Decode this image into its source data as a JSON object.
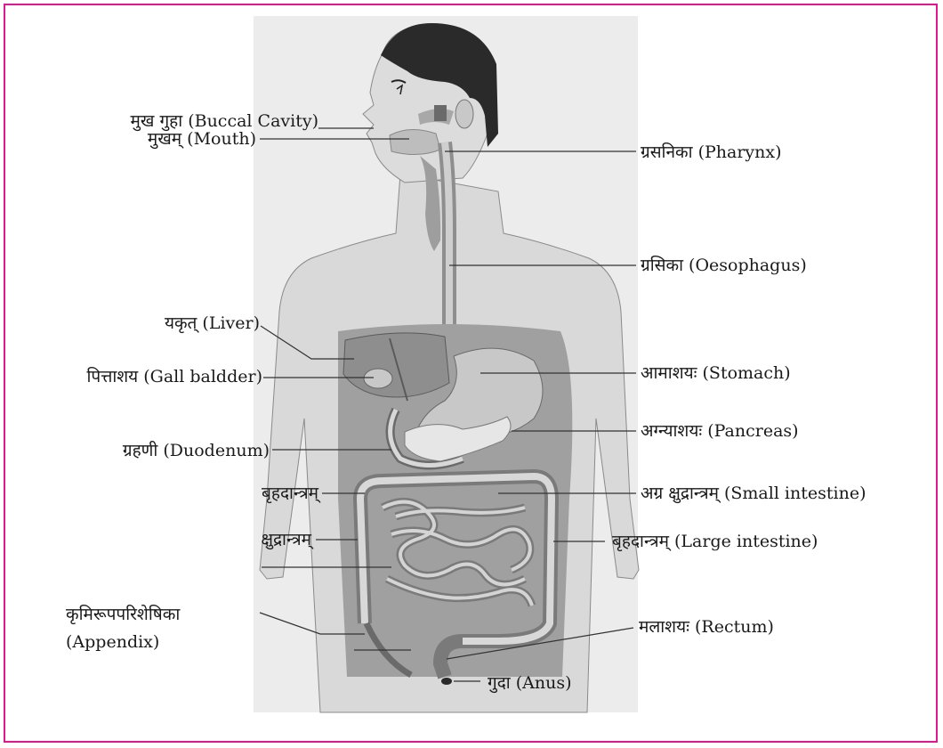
{
  "colors": {
    "border": "#e0188c",
    "backdrop": "#ececec",
    "body_light": "#d8d8d8",
    "organ_dark": "#9a9a9a",
    "hair": "#2a2a2a",
    "line": "#333333"
  },
  "labels": {
    "buccal_cavity": "मुख गुहा (Buccal Cavity)",
    "mouth": "मुखम् (Mouth)",
    "pharynx": "ग्रसनिका (Pharynx)",
    "oesophagus": "ग्रसिका (Oesophagus)",
    "liver": "यकृत् (Liver)",
    "gall_bladder": "पित्ताशय (Gall baldder)",
    "stomach": "आमाशयः (Stomach)",
    "pancreas": "अग्न्याशयः (Pancreas)",
    "duodenum": "ग्रहणी (Duodenum)",
    "brihadantram_left": "बृहदान्त्रम्",
    "small_intestine": "अग्र क्षुद्रान्त्रम् (Small intestine)",
    "kshudrantram": "क्षुद्रान्त्रम्",
    "large_intestine": "बृहदान्त्रम् (Large intestine)",
    "appendix_hindi": "कृमिरूपपरिशेषिका",
    "appendix_en": "(Appendix)",
    "rectum": "मलाशयः (Rectum)",
    "anus": "गुदा (Anus)"
  }
}
